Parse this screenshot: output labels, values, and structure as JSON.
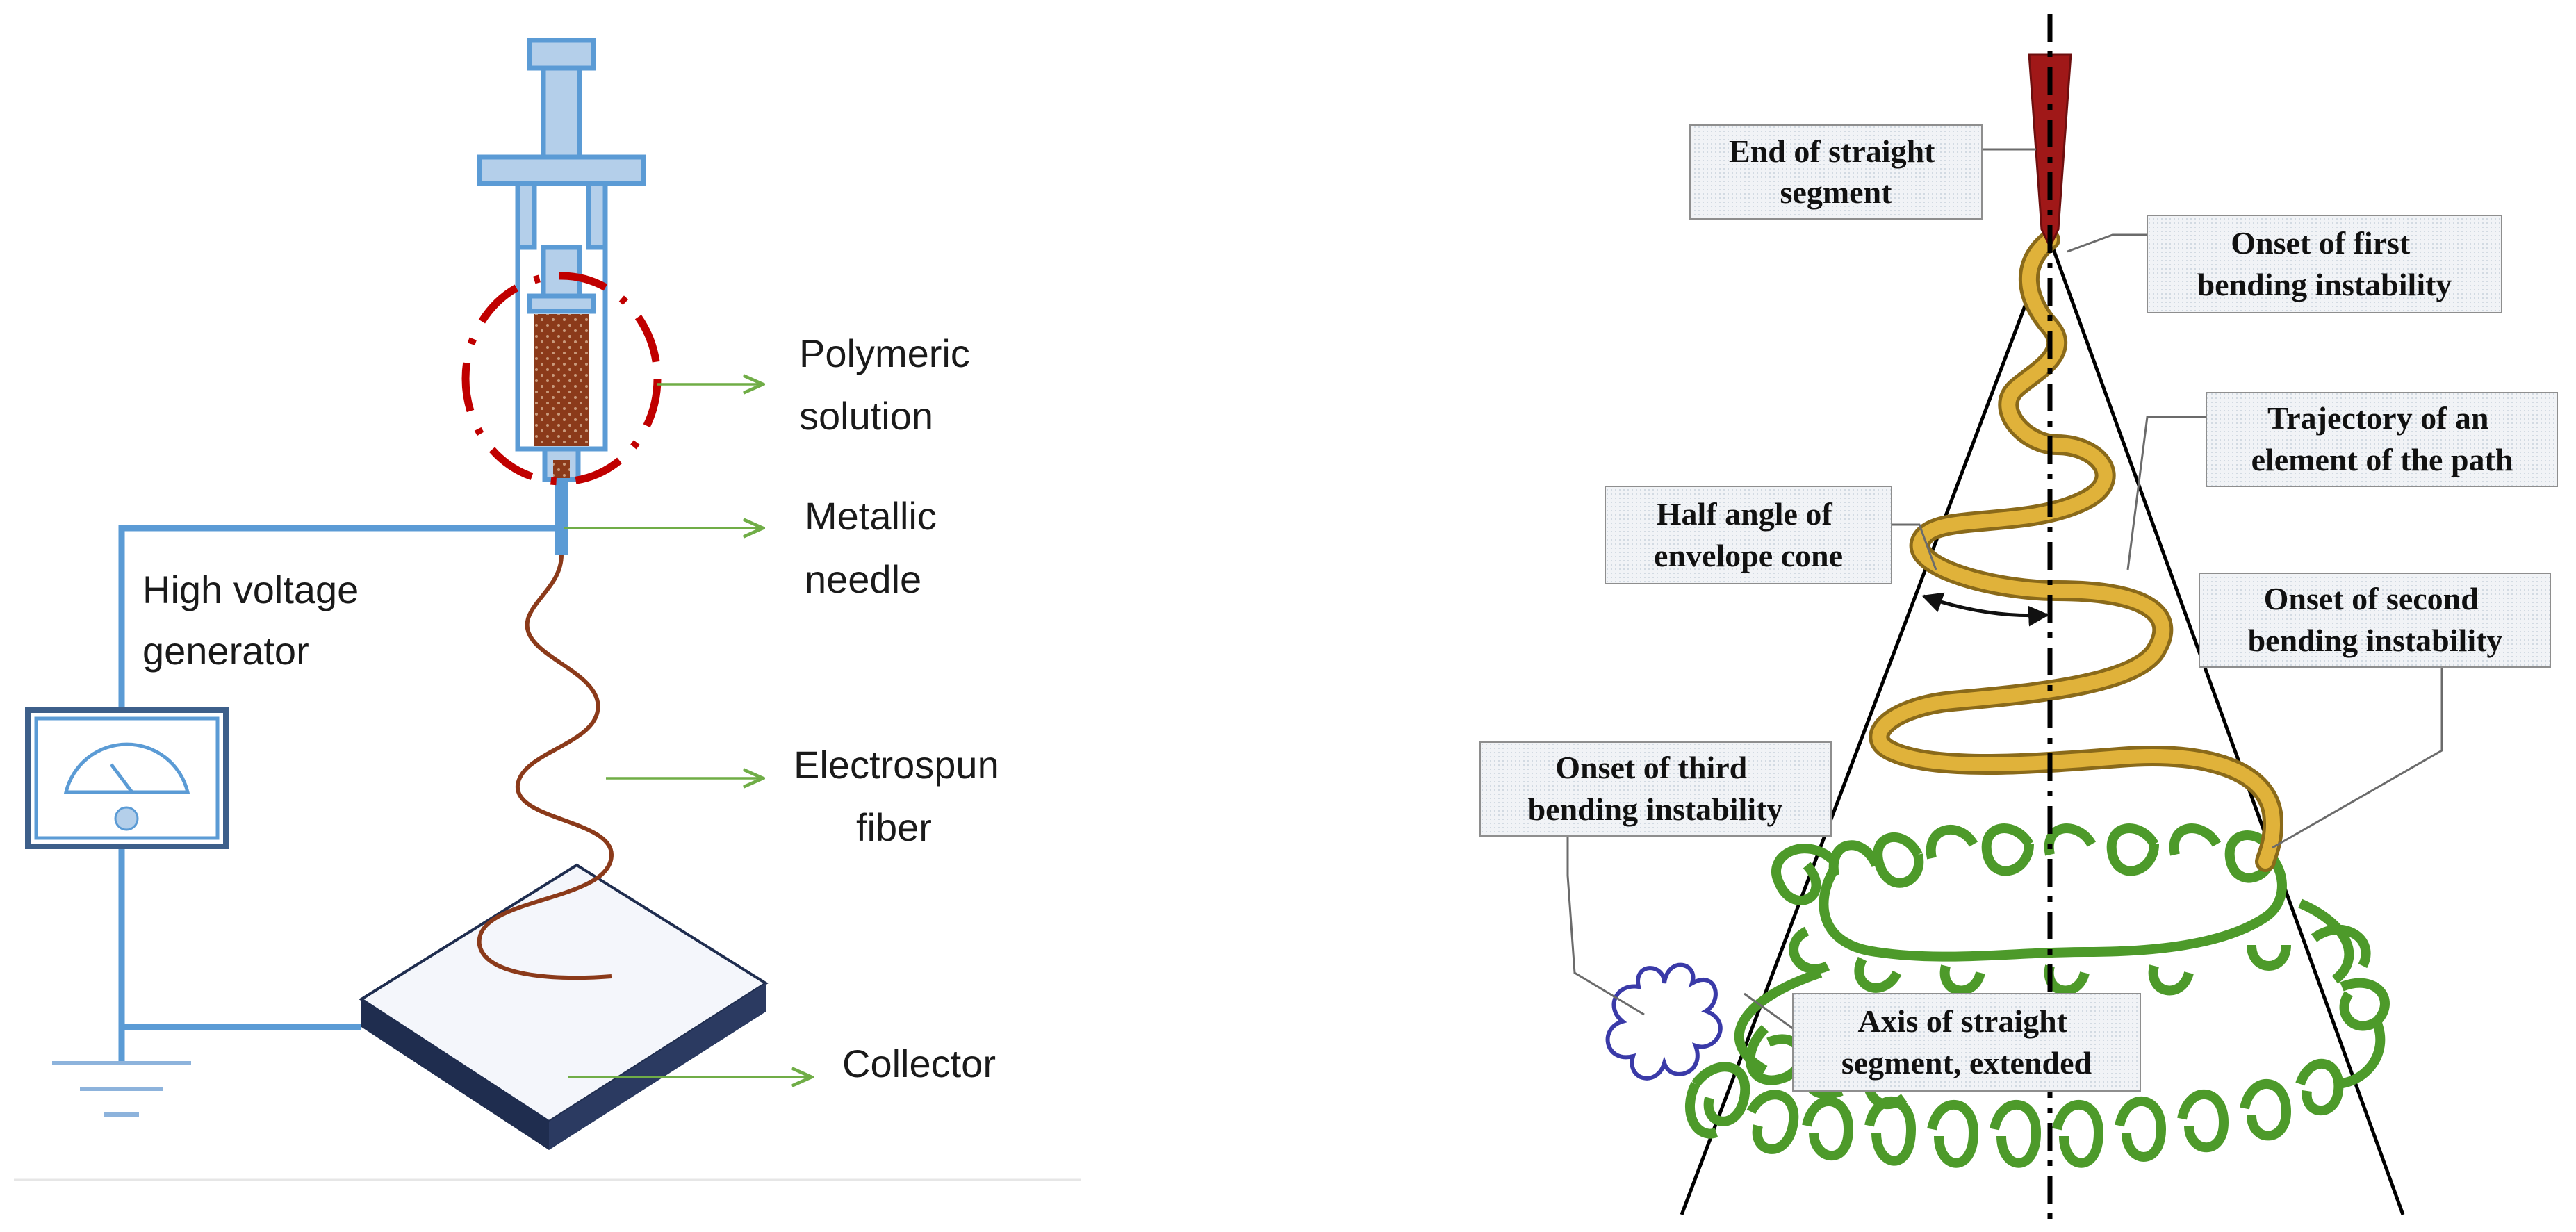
{
  "left_panel": {
    "labels": {
      "polymeric_solution": [
        "Polymeric",
        "solution"
      ],
      "metallic_needle": [
        "Metallic",
        "needle"
      ],
      "high_voltage_generator": [
        "High voltage",
        "generator"
      ],
      "electrospun_fiber": [
        "Electrospun",
        "fiber"
      ],
      "collector": [
        "Collector"
      ]
    },
    "colors": {
      "apparatus": "#5b9bd5",
      "apparatus_light": "#b4cfea",
      "solution": "#8b3a1a",
      "highlight_circle": "#c00000",
      "pointer_arrows": "#70ad47",
      "meter_frame": "#3d5f8a",
      "collector_top": "#f4f6fb",
      "collector_side": "#1f2d4f"
    },
    "icons": [
      "syringe-icon",
      "voltmeter-icon",
      "ground-icon"
    ]
  },
  "right_panel": {
    "labels": {
      "end_of_straight_segment": [
        "End of straight",
        "segment"
      ],
      "onset_of_first_bending": [
        "Onset of first",
        "bending instability"
      ],
      "trajectory_of_element": [
        "Trajectory of an",
        "element of the path"
      ],
      "half_angle_envelope_cone": [
        "Half angle of",
        "envelope cone"
      ],
      "onset_of_second_bending": [
        "Onset of second",
        "bending instability"
      ],
      "onset_of_third_bending": [
        "Onset of third",
        "bending instability"
      ],
      "axis_of_straight_segment": [
        "Axis of straight",
        "segment, extended"
      ]
    },
    "colors": {
      "straight_segment": "#a01818",
      "first_helix": "#e0b23a",
      "second_coil": "#8ed25a",
      "third_coil": "#3a3aa8",
      "cone_lines": "#000000",
      "label_box_fill": "#eef1f4",
      "label_box_border": "#8e8e8e"
    }
  }
}
